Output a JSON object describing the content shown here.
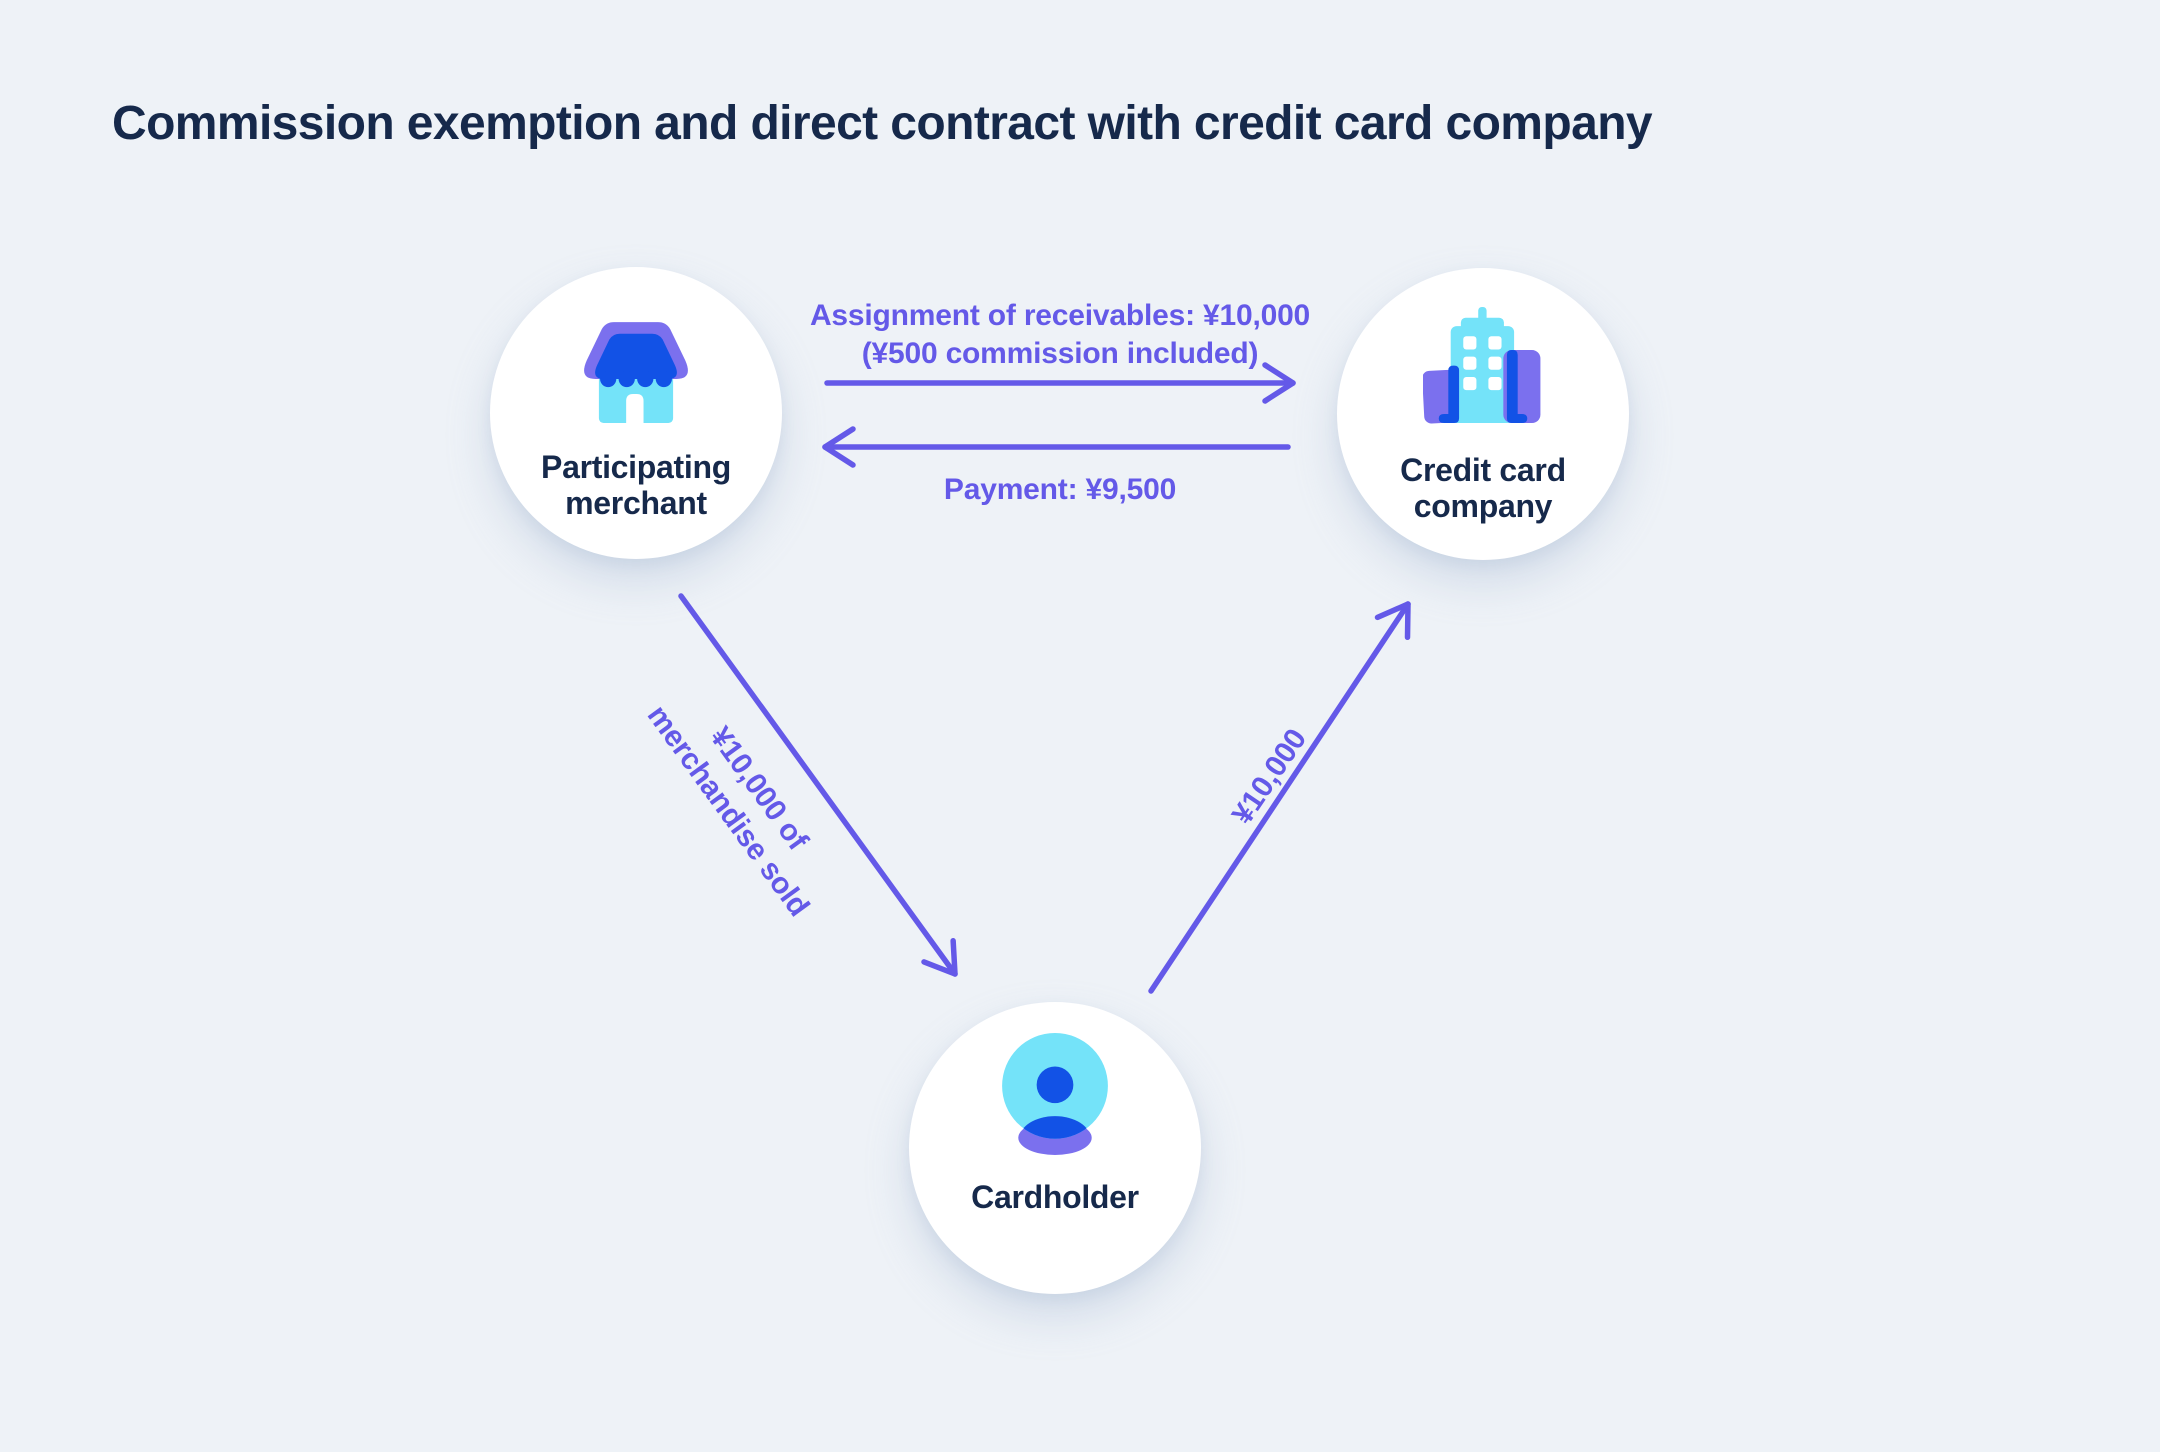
{
  "title": "Commission exemption and direct contract with credit card company",
  "colors": {
    "background": "#eef2f7",
    "title_text": "#16294b",
    "node_text": "#16294b",
    "circle_fill": "#ffffff",
    "arrow": "#6459e8",
    "edge_label_text": "#6459e8",
    "icon_cyan": "#74e3f9",
    "icon_blue": "#1252e6",
    "icon_purple": "#7b70ee"
  },
  "nodes": {
    "merchant": {
      "line1": "Participating",
      "line2": "merchant"
    },
    "credit_card_company": {
      "line1": "Credit card",
      "line2": "company"
    },
    "cardholder": {
      "line1": "Cardholder"
    }
  },
  "edges": {
    "assignment": {
      "line1": "Assignment of receivables: ¥10,000",
      "line2": "(¥500 commission included)"
    },
    "payment": {
      "label": "Payment: ¥9,500"
    },
    "merchandise": {
      "line1": "¥10,000 of",
      "line2": "merchandise sold"
    },
    "charge": {
      "label": "¥10,000"
    }
  }
}
